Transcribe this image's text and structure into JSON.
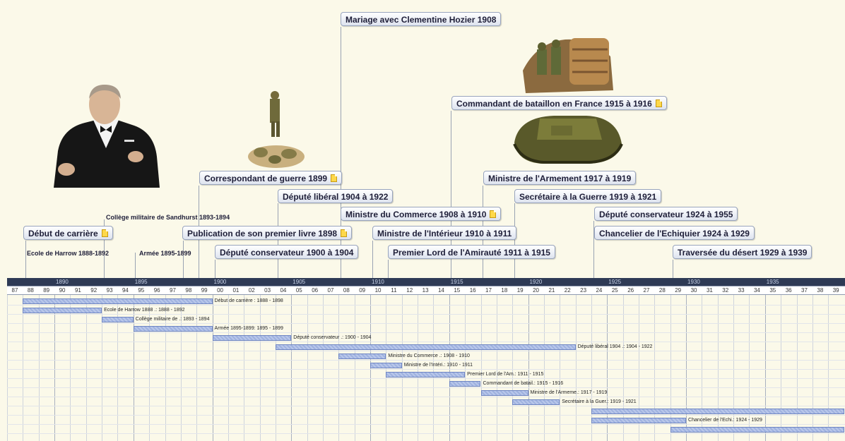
{
  "callouts": {
    "mariage": "Mariage avec Clementine Hozier 1908",
    "commandant": "Commandant de bataillon en France 1915 à 1916",
    "correspondant": "Correspondant de guerre 1899",
    "armement": "Ministre de l'Armement 1917 à 1919",
    "depute_liberal": "Député libéral 1904 à 1922",
    "secretaire": "Secrétaire à la Guerre 1919 à 1921",
    "commerce": "Ministre du Commerce 1908 à 1910",
    "depute_cons_1924": "Député conservateur 1924 à 1955",
    "debut": "Début de carrière",
    "publication": "Publication de son premier livre 1898",
    "interieur": "Ministre de l'Intérieur 1910 à 1911",
    "chancelier": "Chancelier de l'Echiquier 1924 à 1929",
    "depute_cons_1900": "Député conservateur 1900 à 1904",
    "amiraute": "Premier Lord de l'Amirauté 1911 à 1915",
    "traversee": "Traversée du désert 1929 à 1939"
  },
  "plain_labels": {
    "sandhurst": "Collège militaire de Sandhurst 1893-1894",
    "harrow": "Ecole de Harrow 1888-1892",
    "armee": "Armée 1895-1899"
  },
  "images": {
    "portrait": "churchill-portrait",
    "soldiers": "soldiers-figure",
    "trench": "trench-soldiers",
    "tank": "ww1-tank"
  },
  "timeline": {
    "decade_labels": [
      "1890",
      "1895",
      "1900",
      "1905",
      "1910",
      "1915",
      "1920",
      "1925",
      "1930",
      "1935"
    ],
    "year_labels": [
      "87",
      "88",
      "89",
      "90",
      "91",
      "92",
      "93",
      "94",
      "95",
      "96",
      "97",
      "98",
      "99",
      "00",
      "01",
      "02",
      "03",
      "04",
      "05",
      "06",
      "07",
      "08",
      "09",
      "10",
      "11",
      "12",
      "13",
      "14",
      "15",
      "16",
      "17",
      "18",
      "19",
      "20",
      "21",
      "22",
      "23",
      "24",
      "25",
      "26",
      "27",
      "28",
      "29",
      "30",
      "31",
      "32",
      "33",
      "34",
      "35",
      "36",
      "37",
      "38",
      "39"
    ],
    "first_year": 1887,
    "tasks": [
      {
        "label": "Début de carrière : 1888 - 1898",
        "start": 1888,
        "end": 1900
      },
      {
        "label": "Ecole de Harrow 1888 .: 1888 - 1892",
        "start": 1888,
        "end": 1893
      },
      {
        "label": "Collège militaire de .: 1893 - 1894",
        "start": 1893,
        "end": 1895
      },
      {
        "label": "Armée 1895-1899: 1895 - 1899",
        "start": 1895,
        "end": 1900
      },
      {
        "label": "Député conservateur .: 1900 - 1904",
        "start": 1900,
        "end": 1905
      },
      {
        "label": "Député libéral 1904 .: 1904 - 1922",
        "start": 1904,
        "end": 1923
      },
      {
        "label": "Ministre du Commerce .: 1908 - 1910",
        "start": 1908,
        "end": 1911
      },
      {
        "label": "Ministre de l'Intéri.: 1910 - 1911",
        "start": 1910,
        "end": 1912
      },
      {
        "label": "Premier Lord de l'Am.: 1911 - 1915",
        "start": 1911,
        "end": 1916
      },
      {
        "label": "Commandant de batail.: 1915 - 1916",
        "start": 1915,
        "end": 1917
      },
      {
        "label": "Ministre de l'Armeme.: 1917 - 1919",
        "start": 1917,
        "end": 1920
      },
      {
        "label": "Secrétaire à la Guer.: 1919 - 1921",
        "start": 1919,
        "end": 1922
      },
      {
        "label": "",
        "start": 1924,
        "end": 1940
      },
      {
        "label": "Chancelier de l'Echi.: 1924 - 1929",
        "start": 1924,
        "end": 1930
      },
      {
        "label": "",
        "start": 1929,
        "end": 1940
      }
    ]
  },
  "colors": {
    "background": "#fbf9e9",
    "bar": "#9fb2df",
    "scale": "#2e3a55"
  }
}
